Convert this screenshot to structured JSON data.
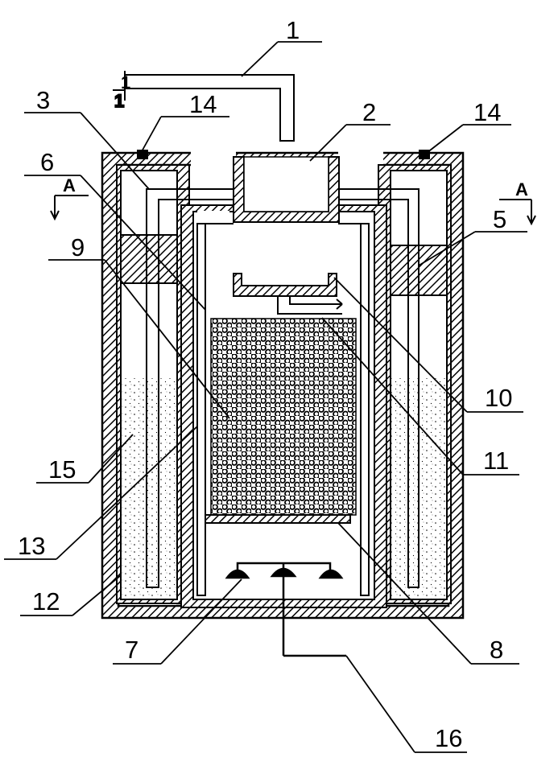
{
  "labels": {
    "l1": "1",
    "l2": "2",
    "l3": "3",
    "l5": "5",
    "l6": "6",
    "l7": "7",
    "l8": "8",
    "l9": "9",
    "l10": "10",
    "l11": "11",
    "l12": "12",
    "l13": "13",
    "l14a": "14",
    "l14b": "14",
    "l15": "15",
    "l16": "16"
  },
  "section_marks": {
    "a_left": "A",
    "a_right": "A",
    "one_top": "1",
    "one_inner": "1"
  },
  "colors": {
    "ink": "#000000",
    "paper": "#ffffff"
  }
}
